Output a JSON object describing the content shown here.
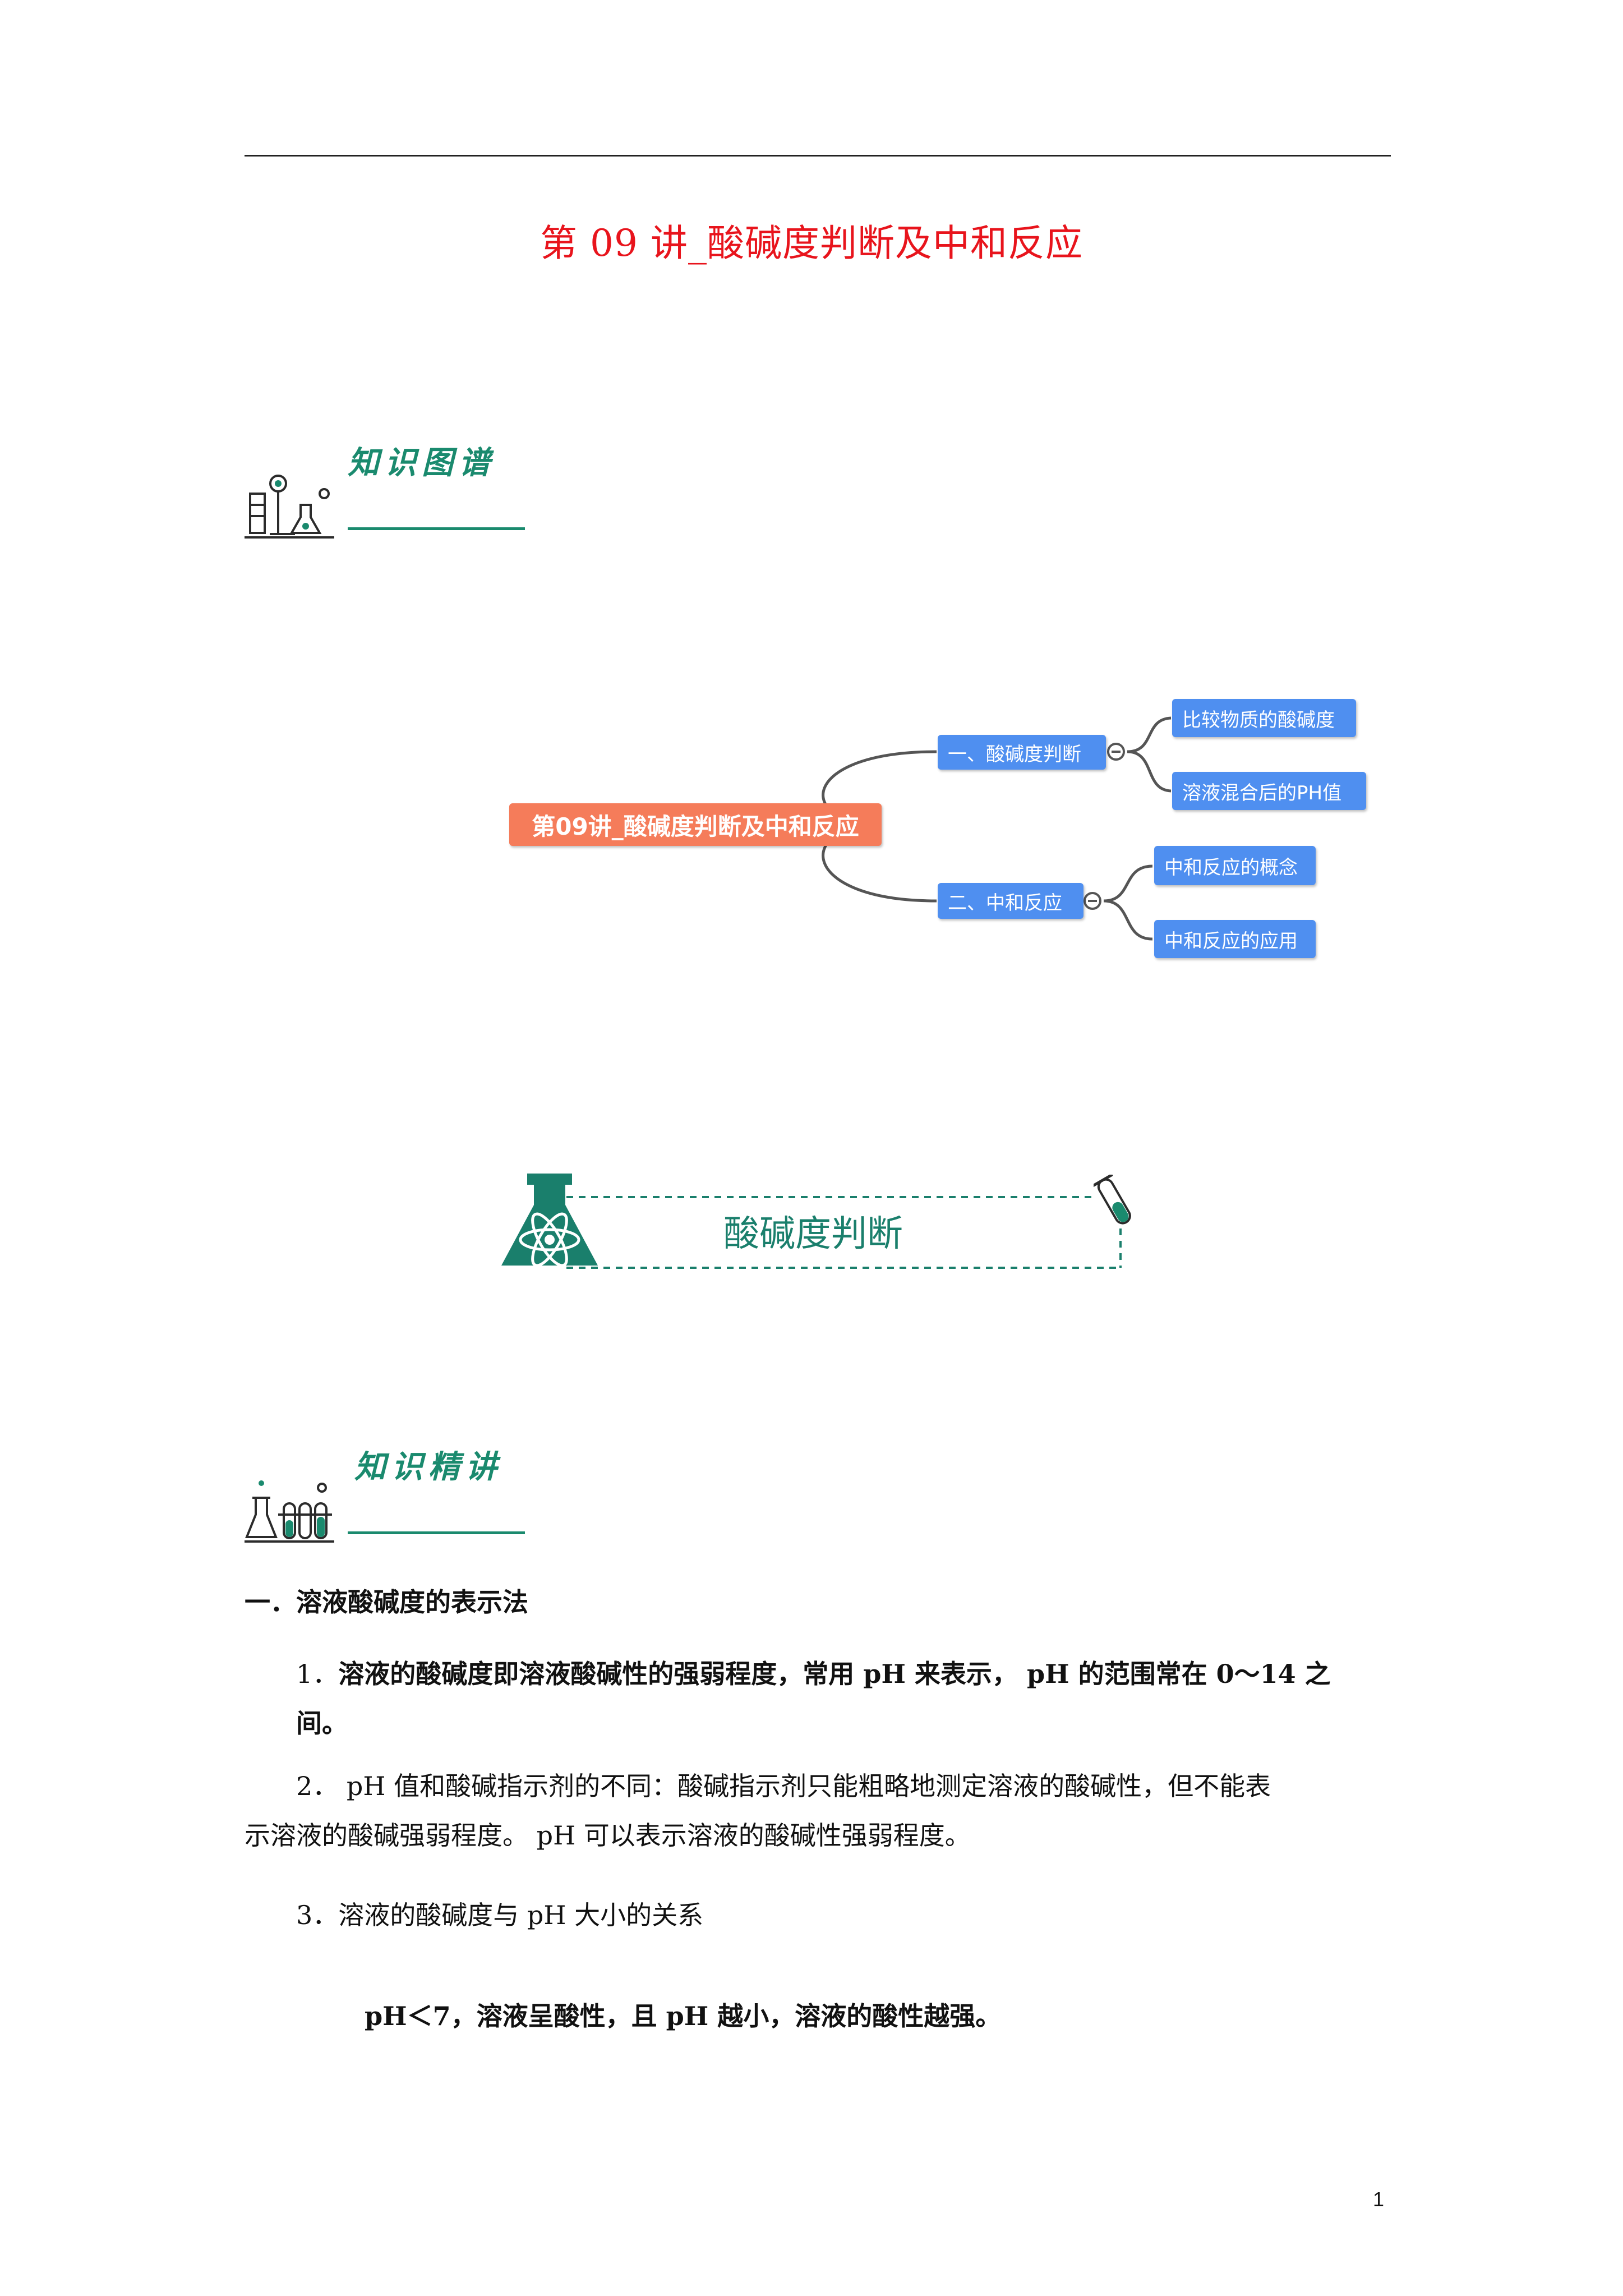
{
  "document": {
    "title": "第 09 讲_酸碱度判断及中和反应",
    "page_number": "1"
  },
  "sections": {
    "map_label": "知识图谱",
    "lecture_label": "知识精讲",
    "topic_banner": "酸碱度判断"
  },
  "mindmap": {
    "root": "第09讲_酸碱度判断及中和反应",
    "branches": [
      {
        "label": "一、酸碱度判断",
        "children": [
          "比较物质的酸碱度",
          "溶液混合后的PH值"
        ]
      },
      {
        "label": "二、中和反应",
        "children": [
          "中和反应的概念",
          "中和反应的应用"
        ]
      }
    ]
  },
  "content": {
    "heading": "一．溶液酸碱度的表示法",
    "p1_num": "1．",
    "p1_line1": "溶液的酸碱度即溶液酸碱性的强弱程度，常用 pH 来表示， pH 的范围常在 0～14 之",
    "p1_line2": "间。",
    "p2_line1": "2． pH 值和酸碱指示剂的不同：酸碱指示剂只能粗略地测定溶液的酸碱性，但不能表",
    "p2_line2": "示溶液的酸碱强弱程度。 pH 可以表示溶液的酸碱性强弱程度。",
    "p3": "3．溶液的酸碱度与 pH 大小的关系",
    "p4": "pH＜7，溶液呈酸性，且 pH 越小，溶液的酸性越强。"
  },
  "colors": {
    "title_red": "#e8141c",
    "accent_green": "#1a8a6e",
    "node_blue": "#4f8ff0",
    "root_orange": "#f57c5a"
  }
}
